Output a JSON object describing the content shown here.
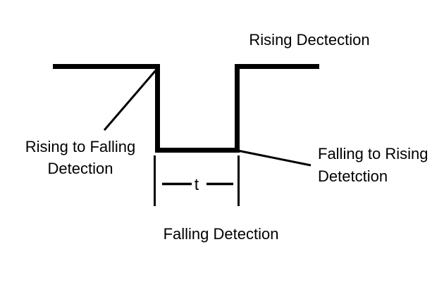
{
  "page": {
    "background_color": "#ffffff"
  },
  "diagram": {
    "type": "signal-timing-diagram",
    "line_color": "#000000",
    "waveform_description": "high level, falling edge, low pulse of duration t, rising edge, high level",
    "labels": {
      "rising_detection": "Rising Dectection",
      "rising_to_falling": {
        "line1": "Rising to Falling",
        "line2": "Detection"
      },
      "falling_to_rising": {
        "line1": "Falling to Rising",
        "line2": "Detetction"
      },
      "falling_detection": "Falling Detection",
      "pulse_width": "t"
    }
  }
}
